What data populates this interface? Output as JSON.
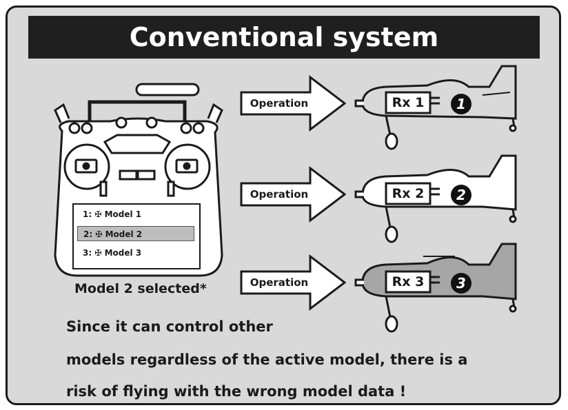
{
  "title": "Conventional system",
  "transmitter": {
    "models": [
      {
        "prefix": "1:",
        "name": "Model 1",
        "selected": false
      },
      {
        "prefix": "2:",
        "name": "Model 2",
        "selected": true
      },
      {
        "prefix": "3:",
        "name": "Model 3",
        "selected": false
      }
    ],
    "caption": "Model 2 selected*"
  },
  "arrows": [
    {
      "label": "Operation"
    },
    {
      "label": "Operation"
    },
    {
      "label": "Operation"
    }
  ],
  "planes": [
    {
      "rx": "Rx 1",
      "badge": "1",
      "fill": "#d9d9d9"
    },
    {
      "rx": "Rx 2",
      "badge": "2",
      "fill": "#ffffff"
    },
    {
      "rx": "Rx 3",
      "badge": "3",
      "fill": "#a6a6a6"
    }
  ],
  "warning": {
    "line1": "Since it can control other",
    "line2": "models regardless of the active model, there is a",
    "line3": "risk of flying with the wrong model data !"
  },
  "colors": {
    "background": "#d9d9d9",
    "title_bar": "#1f1f1f",
    "title_text": "#ffffff"
  }
}
